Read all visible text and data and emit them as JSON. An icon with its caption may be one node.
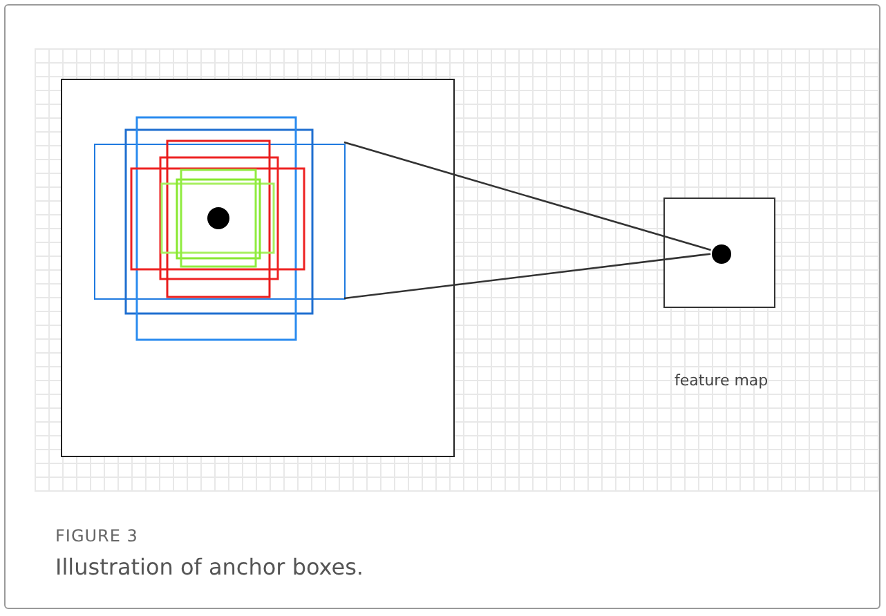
{
  "diagram": {
    "title": "FIGURE 3",
    "caption": "Illustration of anchor boxes.",
    "nodes": [
      {
        "text": [],
        "shape": "box"
      },
      {
        "text": [],
        "shape": "box",
        "in": 0
      },
      {
        "text": [],
        "shape": "box"
      },
      {
        "text": [],
        "shape": "circle",
        "in": 2
      }
    ],
    "edges": [
      {
        "from": 1,
        "to": 3,
        "arrow": "none"
      },
      {
        "from": 1,
        "to": 3,
        "arrow": "none"
      }
    ],
    "labels": [
      "feature map"
    ]
  }
}
